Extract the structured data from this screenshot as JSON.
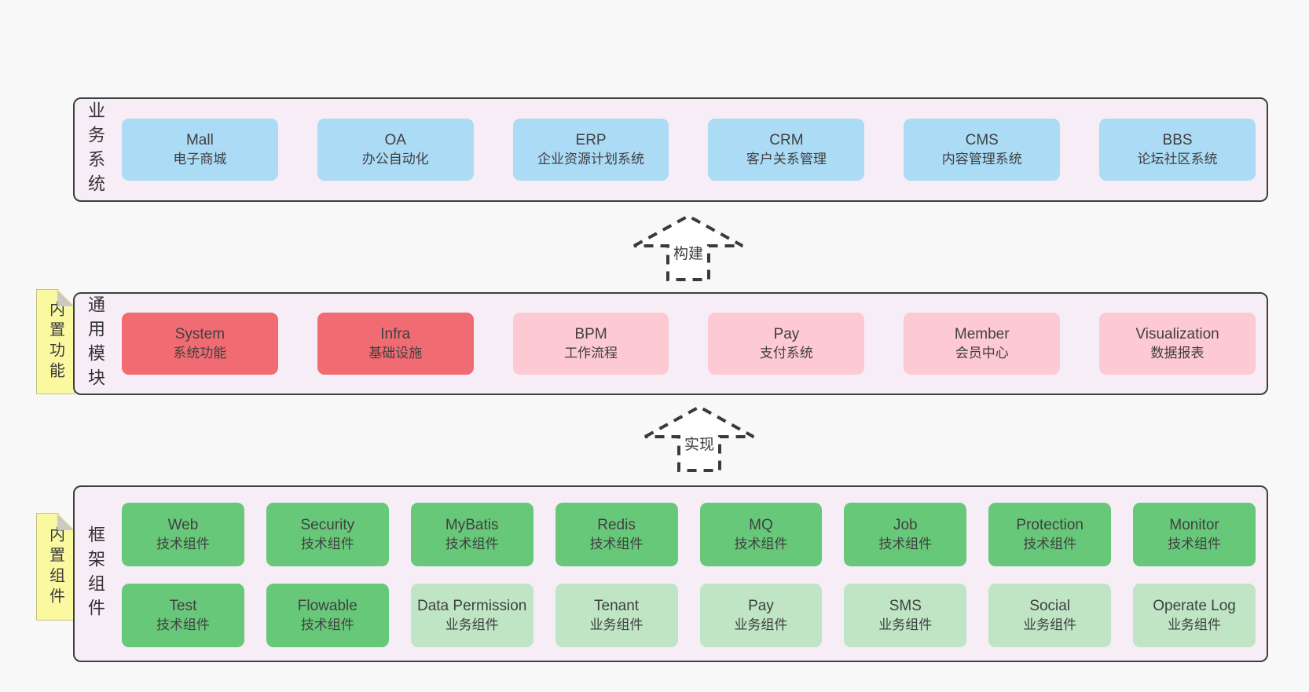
{
  "colors": {
    "page-bg": "#f8f8f8",
    "panel-bg": "#f7edf6",
    "panel-border": "#3f3f3f",
    "box-blue": "#abdbf5",
    "box-red": "#f16b72",
    "box-pink": "#fdc9d2",
    "box-green": "#68c87a",
    "box-lightgreen": "#bfe5c4",
    "sticky-yellow": "#fbf9a0",
    "sticky-fold": "#c9c9c9",
    "text": "#404040",
    "arrow-stroke": "#3a3a3a"
  },
  "layers": {
    "business": {
      "label": "业务系统",
      "boxes": [
        {
          "title": "Mall",
          "subtitle": "电子商城"
        },
        {
          "title": "OA",
          "subtitle": "办公自动化"
        },
        {
          "title": "ERP",
          "subtitle": "企业资源计划系统"
        },
        {
          "title": "CRM",
          "subtitle": "客户关系管理"
        },
        {
          "title": "CMS",
          "subtitle": "内容管理系统"
        },
        {
          "title": "BBS",
          "subtitle": "论坛社区系统"
        }
      ]
    },
    "modules": {
      "label": "通用模块",
      "sticky": "内置功能",
      "boxes": [
        {
          "title": "System",
          "subtitle": "系统功能"
        },
        {
          "title": "Infra",
          "subtitle": "基础设施"
        },
        {
          "title": "BPM",
          "subtitle": "工作流程"
        },
        {
          "title": "Pay",
          "subtitle": "支付系统"
        },
        {
          "title": "Member",
          "subtitle": "会员中心"
        },
        {
          "title": "Visualization",
          "subtitle": "数据报表"
        }
      ]
    },
    "framework": {
      "label": "框架组件",
      "sticky": "内置组件",
      "row1": [
        {
          "title": "Web",
          "subtitle": "技术组件"
        },
        {
          "title": "Security",
          "subtitle": "技术组件"
        },
        {
          "title": "MyBatis",
          "subtitle": "技术组件"
        },
        {
          "title": "Redis",
          "subtitle": "技术组件"
        },
        {
          "title": "MQ",
          "subtitle": "技术组件"
        },
        {
          "title": "Job",
          "subtitle": "技术组件"
        },
        {
          "title": "Protection",
          "subtitle": "技术组件"
        },
        {
          "title": "Monitor",
          "subtitle": "技术组件"
        }
      ],
      "row2": [
        {
          "title": "Test",
          "subtitle": "技术组件"
        },
        {
          "title": "Flowable",
          "subtitle": "技术组件"
        },
        {
          "title": "Data Permission",
          "subtitle": "业务组件"
        },
        {
          "title": "Tenant",
          "subtitle": "业务组件"
        },
        {
          "title": "Pay",
          "subtitle": "业务组件"
        },
        {
          "title": "SMS",
          "subtitle": "业务组件"
        },
        {
          "title": "Social",
          "subtitle": "业务组件"
        },
        {
          "title": "Operate Log",
          "subtitle": "业务组件"
        }
      ]
    }
  },
  "arrows": {
    "build": {
      "label": "构建"
    },
    "implement": {
      "label": "实现"
    }
  }
}
